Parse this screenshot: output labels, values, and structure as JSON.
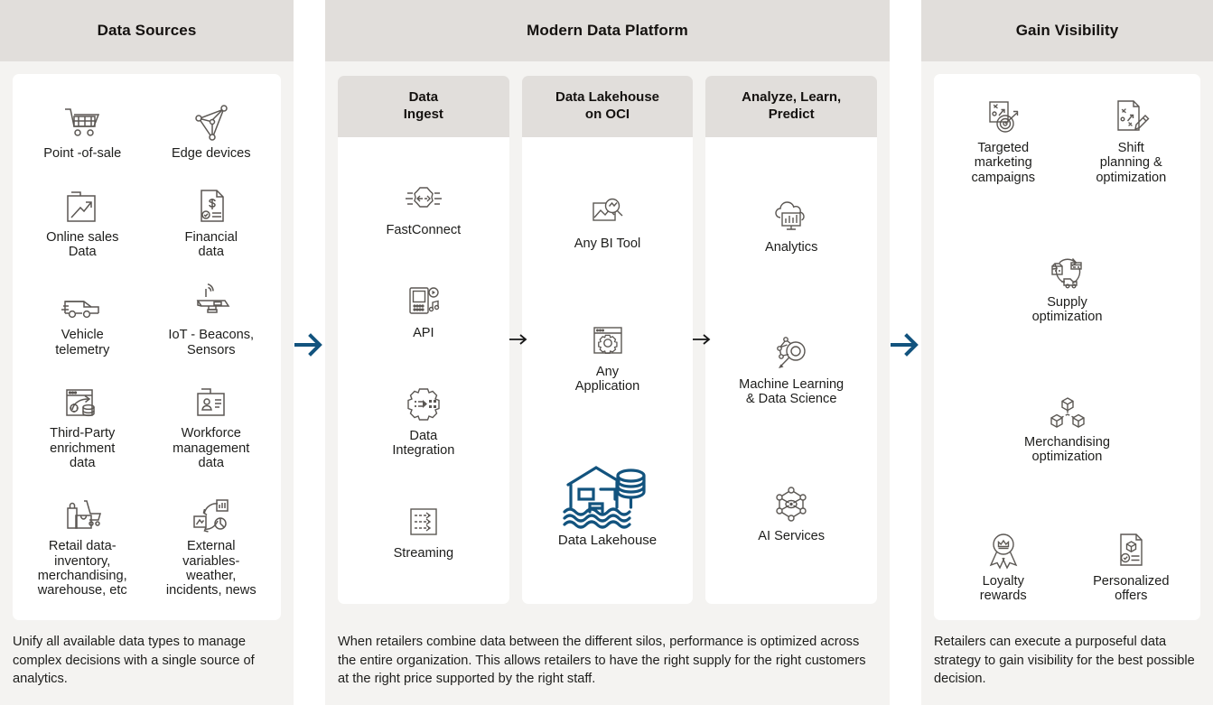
{
  "colors": {
    "panel_bg": "#f4f3f1",
    "header_bg": "#e1dedb",
    "card_bg": "#ffffff",
    "accent_blue": "#12537e",
    "icon_stroke": "#5b5753",
    "text": "#1d1d1b"
  },
  "panels": {
    "left": {
      "title": "Data Sources",
      "items": [
        {
          "label": "Point -of-sale",
          "icon": "shopping-cart-icon"
        },
        {
          "label": "Edge devices",
          "icon": "edge-network-icon"
        },
        {
          "label": "Online sales\nData",
          "icon": "growth-chart-document-icon"
        },
        {
          "label": "Financial\ndata",
          "icon": "dollar-document-icon"
        },
        {
          "label": "Vehicle\ntelemetry",
          "icon": "delivery-van-icon"
        },
        {
          "label": "IoT - Beacons,\nSensors",
          "icon": "iot-sensor-icon"
        },
        {
          "label": "Third-Party\nenrichment\ndata",
          "icon": "data-enrichment-icon"
        },
        {
          "label": "Workforce\nmanagement\ndata",
          "icon": "employee-record-icon"
        },
        {
          "label": "Retail data-\ninventory,\nmerchandising,\nwarehouse, etc",
          "icon": "retail-bag-cart-icon"
        },
        {
          "label": "External\nvariables-\nweather,\nincidents, news",
          "icon": "external-variables-icon"
        }
      ],
      "caption": "Unify all available data types to manage complex decisions with a single source of analytics."
    },
    "middle": {
      "title": "Modern Data Platform",
      "columns": [
        {
          "title": "Data\nIngest",
          "items": [
            {
              "label": "FastConnect",
              "icon": "fastconnect-icon"
            },
            {
              "label": "API",
              "icon": "api-device-icon"
            },
            {
              "label": "Data\nIntegration",
              "icon": "data-integration-gear-icon"
            },
            {
              "label": "Streaming",
              "icon": "streaming-arrows-icon"
            }
          ]
        },
        {
          "title": "Data Lakehouse\non OCI",
          "items": [
            {
              "label": "Any BI Tool",
              "icon": "bi-tool-magnifier-icon"
            },
            {
              "label": "Any\nApplication",
              "icon": "application-window-gear-icon"
            },
            {
              "label": "Data Lakehouse",
              "icon": "data-lakehouse-icon",
              "accent": true
            }
          ]
        },
        {
          "title": "Analyze, Learn,\nPredict",
          "items": [
            {
              "label": "Analytics",
              "icon": "cloud-analytics-icon"
            },
            {
              "label": "Machine Learning\n& Data Science",
              "icon": "machine-learning-icon"
            },
            {
              "label": "AI Services",
              "icon": "ai-services-network-icon"
            }
          ]
        }
      ],
      "caption": "When retailers combine data between the different silos, performance is optimized across the entire organization. This allows retailers to have the right supply for the right customers at the right price supported by the right staff."
    },
    "right": {
      "title": "Gain Visibility",
      "items": [
        {
          "label": "Targeted\nmarketing\ncampaigns",
          "icon": "target-strategy-icon",
          "span": 1
        },
        {
          "label": "Shift\nplanning &\noptimization",
          "icon": "shift-planning-icon",
          "span": 1
        },
        {
          "label": "Supply\noptimization",
          "icon": "supply-cycle-icon",
          "span": 2
        },
        {
          "label": "Merchandising\noptimization",
          "icon": "merchandising-boxes-icon",
          "span": 2
        },
        {
          "label": "Loyalty\nrewards",
          "icon": "loyalty-ribbon-icon",
          "span": 1
        },
        {
          "label": "Personalized\noffers",
          "icon": "personalized-offer-icon",
          "span": 1
        }
      ],
      "caption": "Retailers can execute a purposeful data strategy to gain visibility for the best possible decision."
    }
  },
  "arrows": {
    "left_to_middle": "right-arrow-icon",
    "middle_to_right": "right-arrow-icon",
    "ingest_to_lakehouse": "small-right-arrow-icon",
    "lakehouse_to_analyze": "small-right-arrow-icon"
  }
}
